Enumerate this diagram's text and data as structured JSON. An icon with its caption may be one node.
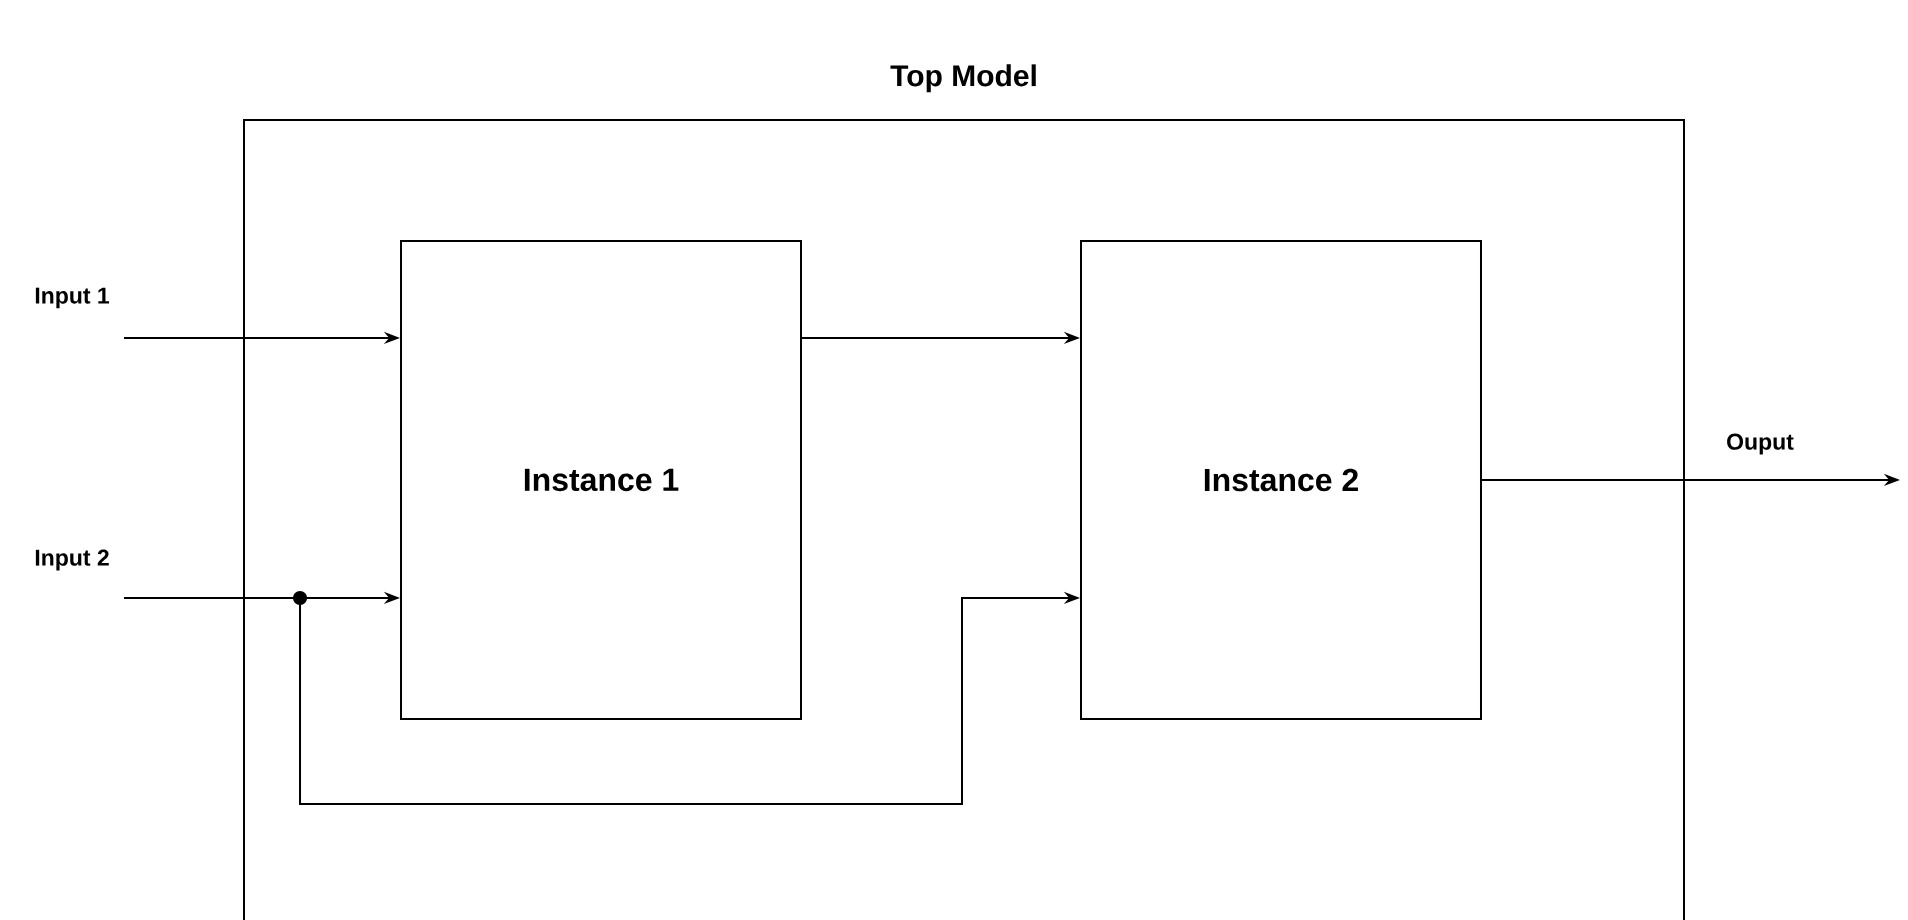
{
  "diagram": {
    "nodes": [
      {
        "text": [
          "Top Model"
        ]
      },
      {
        "text": [
          "Instance 1"
        ],
        "in": 0
      },
      {
        "text": [
          "Instance 2"
        ],
        "in": 0
      }
    ],
    "edges": [
      {
        "from": null,
        "to": 1,
        "arrow": "to",
        "label": "Input 1"
      },
      {
        "from": null,
        "to": 1,
        "arrow": "to",
        "label": "Input 2"
      },
      {
        "from": null,
        "to": 2,
        "arrow": "to"
      },
      {
        "from": 1,
        "to": 2,
        "arrow": "to"
      },
      {
        "from": 2,
        "to": null,
        "arrow": "to",
        "label": "Ouput"
      }
    ]
  }
}
